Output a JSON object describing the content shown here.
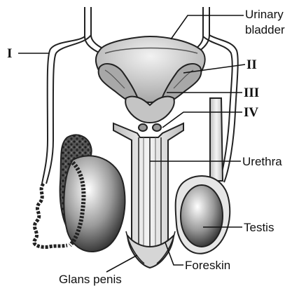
{
  "labels": {
    "urinary_bladder_line1": "Urinary",
    "urinary_bladder_line2": "bladder",
    "marker_1": "I",
    "marker_2": "II",
    "marker_3": "III",
    "marker_4": "IV",
    "urethra": "Urethra",
    "testis": "Testis",
    "foreskin": "Foreskin",
    "glans_penis": "Glans penis"
  }
}
